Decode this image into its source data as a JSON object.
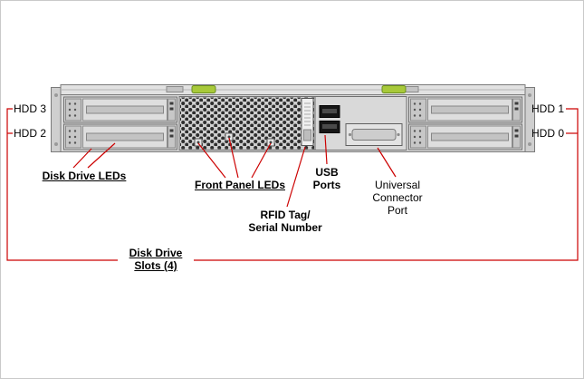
{
  "figure": {
    "description": "Server module front panel with callout labels",
    "labels": {
      "hdd3": "HDD 3",
      "hdd2": "HDD 2",
      "hdd1": "HDD 1",
      "hdd0": "HDD 0",
      "disk_drive_leds": "Disk Drive LEDs",
      "front_panel_leds": "Front Panel LEDs",
      "usb_ports": "USB\nPorts",
      "rfid_tag": "RFID Tag/\nSerial Number",
      "universal_connector_port": "Universal\nConnector\nPort",
      "disk_drive_slots": "Disk Drive\nSlots (4)"
    }
  },
  "colors": {
    "callout_line": "#cc0000",
    "chassis_gray": "#d9d9d9",
    "latch_green": "#a8c93a",
    "mesh_hole": "#2e2e2e"
  }
}
